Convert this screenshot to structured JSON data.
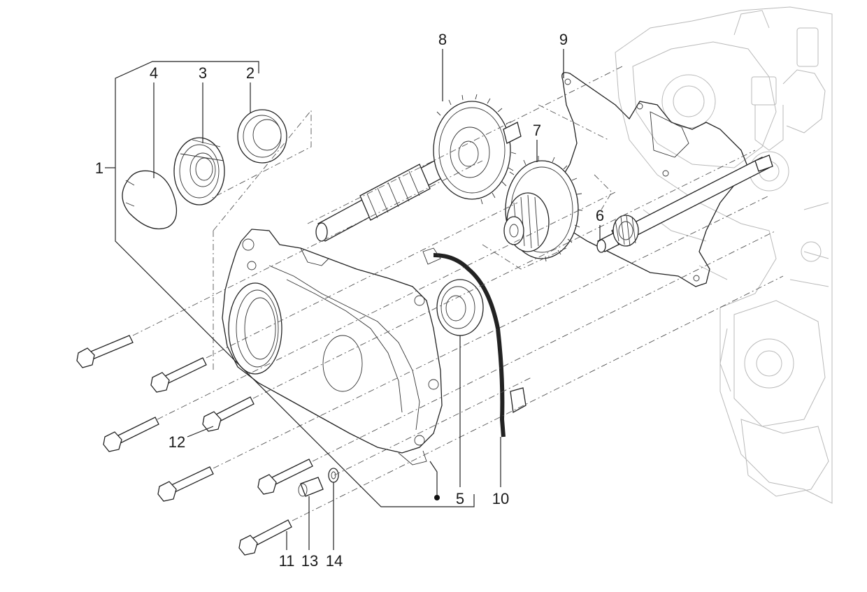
{
  "diagram": {
    "labels": {
      "l1": "1",
      "l2": "2",
      "l3": "3",
      "l4": "4",
      "l5": "5",
      "l6": "6",
      "l7": "7",
      "l8": "8",
      "l9": "9",
      "l10": "10",
      "l11": "11",
      "l12": "12",
      "l13": "13",
      "l14": "14"
    }
  }
}
